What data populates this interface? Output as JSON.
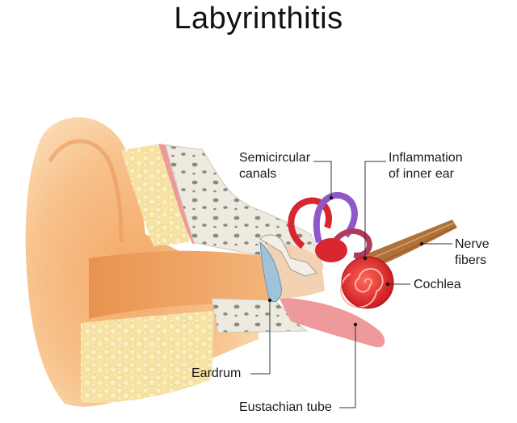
{
  "title": "Labyrinthitis",
  "labels": {
    "semicircular": [
      "Semicircular",
      "canals"
    ],
    "inflammation": [
      "Inflammation",
      "of inner ear"
    ],
    "nerve": [
      "Nerve",
      "fibers"
    ],
    "cochlea": "Cochlea",
    "eardrum": "Eardrum",
    "eustachian": "Eustachian tube"
  },
  "colors": {
    "skin_light": "#fde0b8",
    "skin_mid": "#f6b77a",
    "skin_dark": "#e99758",
    "fat": "#f6e2a0",
    "bone": "#ece8dc",
    "muscle": "#ee9a9a",
    "canal_red": "#d8262e",
    "canal_purple": "#8e58c8",
    "cochlea": "#e0202c",
    "nerve": "#b0703a",
    "eardrum": "#9fc3d8",
    "leader": "#333333"
  },
  "icons": [
    "ear-anatomy-illustration"
  ]
}
